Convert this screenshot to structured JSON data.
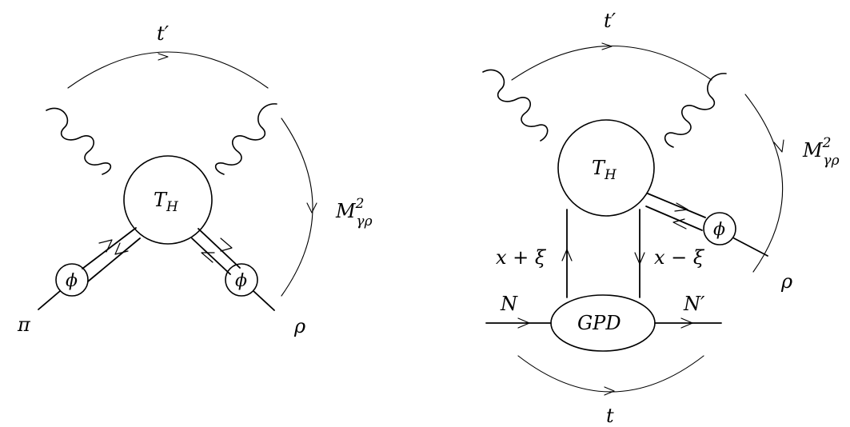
{
  "diagrams": [
    {
      "labels": {
        "t_prime": "t′",
        "blob_main": "T",
        "blob_sub": "H",
        "invariant_main": "M",
        "invariant_sup": "2",
        "invariant_sub": "γρ",
        "da_left": "ϕ",
        "da_right": "ϕ",
        "incoming": "π",
        "outgoing": "ρ"
      }
    },
    {
      "labels": {
        "t_prime": "t′",
        "blob_main": "T",
        "blob_sub": "H",
        "invariant_main": "M",
        "invariant_sup": "2",
        "invariant_sub": "γρ",
        "da": "ϕ",
        "outgoing": "ρ",
        "quark_left": "x + ξ",
        "quark_right": "x − ξ",
        "gpd": "GPD",
        "nucleon_in": "N",
        "nucleon_out": "N′",
        "t": "t"
      }
    }
  ]
}
